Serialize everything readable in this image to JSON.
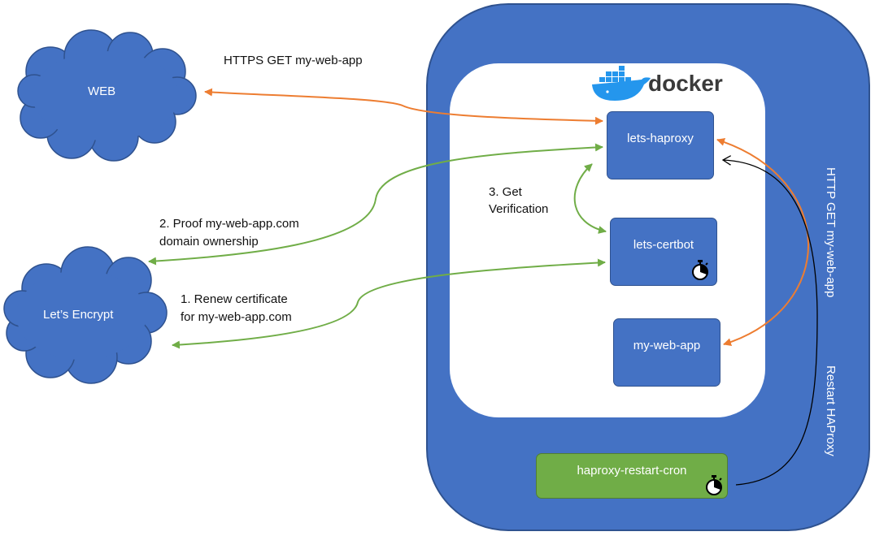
{
  "labels": {
    "https_get": "HTTPS GET my-web-app",
    "step1_line1": "1. Renew certificate",
    "step1_line2": "for my-web-app.com",
    "step2_line1": "2. Proof my-web-app.com",
    "step2_line2": "domain ownership",
    "step3_line1": "3. Get",
    "step3_line2": "Verification",
    "http_get_vertical": "HTTP GET my-web-app",
    "restart_vertical": "Restart HAProxy"
  },
  "clouds": {
    "web": "WEB",
    "letsencrypt": "Let’s Encrypt"
  },
  "docker": {
    "logo_text": "docker"
  },
  "containers": {
    "haproxy": "lets-haproxy",
    "certbot": "lets-certbot",
    "webapp": "my-web-app",
    "cron": "haproxy-restart-cron"
  },
  "colors": {
    "blue": "#4472C4",
    "blue_border": "#2F528F",
    "green_box": "#70AD47",
    "green_arrow": "#70AD47",
    "orange_arrow": "#ED7D31",
    "docker_blue": "#2496ED"
  }
}
